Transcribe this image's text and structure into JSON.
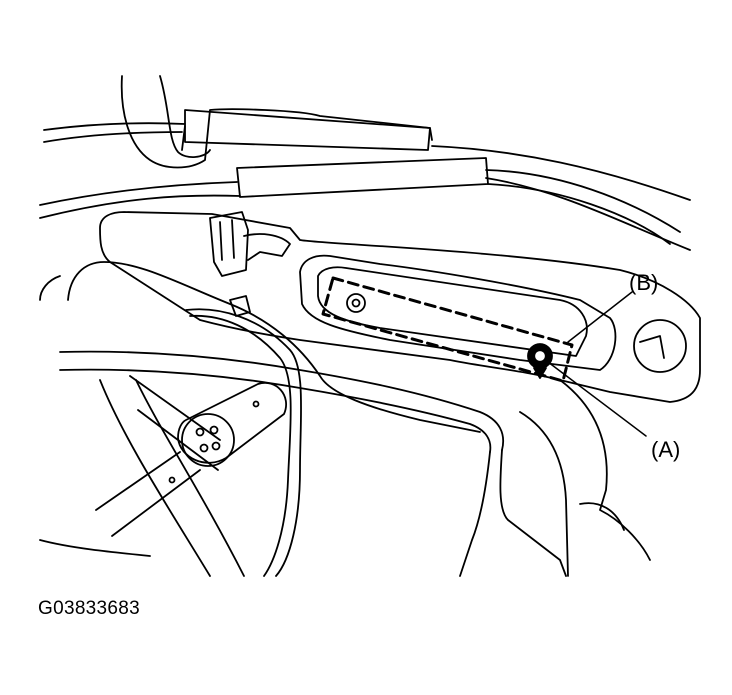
{
  "figure": {
    "code": "G03833683",
    "callouts": {
      "a": "(A)",
      "b": "(B)"
    }
  }
}
